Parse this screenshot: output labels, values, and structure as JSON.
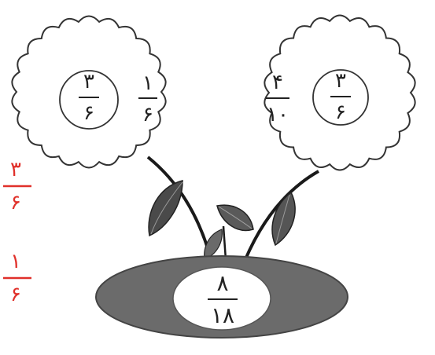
{
  "left_flower": {
    "circle_fraction": {
      "numerator": "۳",
      "denominator": "۶"
    },
    "side_fraction": {
      "numerator": "۱",
      "denominator": "۶"
    }
  },
  "right_flower": {
    "side_fraction": {
      "numerator": "۴",
      "denominator": "۱۰"
    },
    "circle_fraction": {
      "numerator": "۳",
      "denominator": "۶"
    }
  },
  "pot_fraction": {
    "numerator": "۸",
    "denominator": "۱۸"
  },
  "red_fractions": [
    {
      "numerator": "۳",
      "denominator": "۶"
    },
    {
      "numerator": "۱",
      "denominator": "۶"
    }
  ],
  "colors": {
    "red": "#e0302a",
    "pot_dark": "#6b6b6b",
    "leaf_dark": "#4a4a4a",
    "stem": "#1a1a1a",
    "outline": "#333333"
  }
}
